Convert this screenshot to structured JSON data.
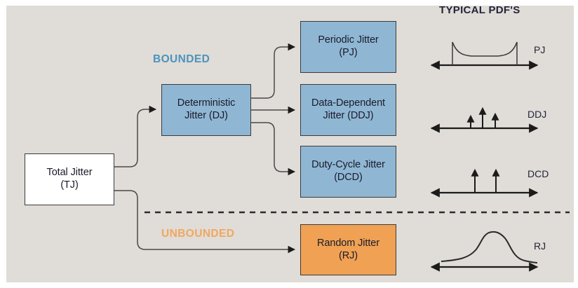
{
  "diagram": {
    "title_right": "TYPICAL PDF'S",
    "background_color": "#e0dcd7",
    "colors": {
      "bounded_label": "#4a94bd",
      "unbounded_label": "#f0a860",
      "deterministic_box": "#8fb7d4",
      "random_box": "#f0a153",
      "total_box": "#ffffff",
      "stroke": "#3b3b3b"
    },
    "group_labels": {
      "bounded": "BOUNDED",
      "unbounded": "UNBOUNDED"
    },
    "nodes": [
      {
        "id": "tj",
        "line1": "Total Jitter",
        "line2": "(TJ)"
      },
      {
        "id": "dj",
        "line1": "Deterministic",
        "line2": "Jitter (DJ)"
      },
      {
        "id": "pj",
        "line1": "Periodic Jitter",
        "line2": "(PJ)"
      },
      {
        "id": "ddj",
        "line1": "Data-Dependent",
        "line2": "Jitter (DDJ)"
      },
      {
        "id": "dcd",
        "line1": "Duty-Cycle Jitter",
        "line2": "(DCD)"
      },
      {
        "id": "rj",
        "line1": "Random Jitter",
        "line2": "(RJ)"
      }
    ],
    "pdf_plots": [
      {
        "id": "pj",
        "label": "PJ",
        "shape": "bathtub-bimodal"
      },
      {
        "id": "ddj",
        "label": "DDJ",
        "shape": "three-impulses"
      },
      {
        "id": "dcd",
        "label": "DCD",
        "shape": "two-impulses"
      },
      {
        "id": "rj",
        "label": "RJ",
        "shape": "gaussian-bell"
      }
    ]
  }
}
